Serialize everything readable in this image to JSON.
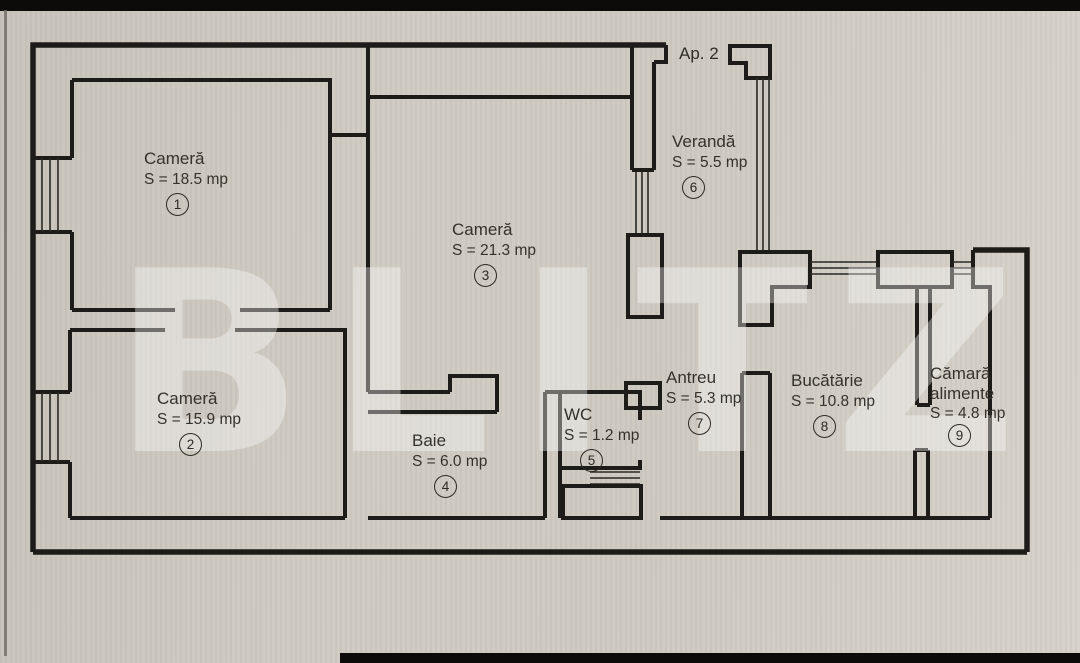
{
  "document": {
    "type": "apartment floor plan (scanned photo)",
    "apartment_label": "Ap. 2",
    "watermark": "BLITZ"
  },
  "rooms": [
    {
      "name": "Cameră",
      "name2": "",
      "area": "S = 18.5 mp",
      "number": "1"
    },
    {
      "name": "Cameră",
      "name2": "",
      "area": "S = 15.9 mp",
      "number": "2"
    },
    {
      "name": "Cameră",
      "name2": "",
      "area": "S = 21.3 mp",
      "number": "3"
    },
    {
      "name": "Baie",
      "name2": "",
      "area": "S = 6.0 mp",
      "number": "4"
    },
    {
      "name": "WC",
      "name2": "",
      "area": "S = 1.2 mp",
      "number": "5"
    },
    {
      "name": "Verandă",
      "name2": "",
      "area": "S = 5.5 mp",
      "number": "6"
    },
    {
      "name": "Antreu",
      "name2": "",
      "area": "S = 5.3 mp",
      "number": "7"
    },
    {
      "name": "Bucătărie",
      "name2": "",
      "area": "S = 10.8 mp",
      "number": "8"
    },
    {
      "name": "Cămară",
      "name2": "alimente",
      "area": "S = 4.8 mp",
      "number": "9"
    }
  ],
  "colors": {
    "paper": "#cfcbc2",
    "wall_ink": "#1d1c18",
    "text_ink": "#34322c",
    "watermark": "#ffffff",
    "photo_bar": "#0c0b0a"
  }
}
